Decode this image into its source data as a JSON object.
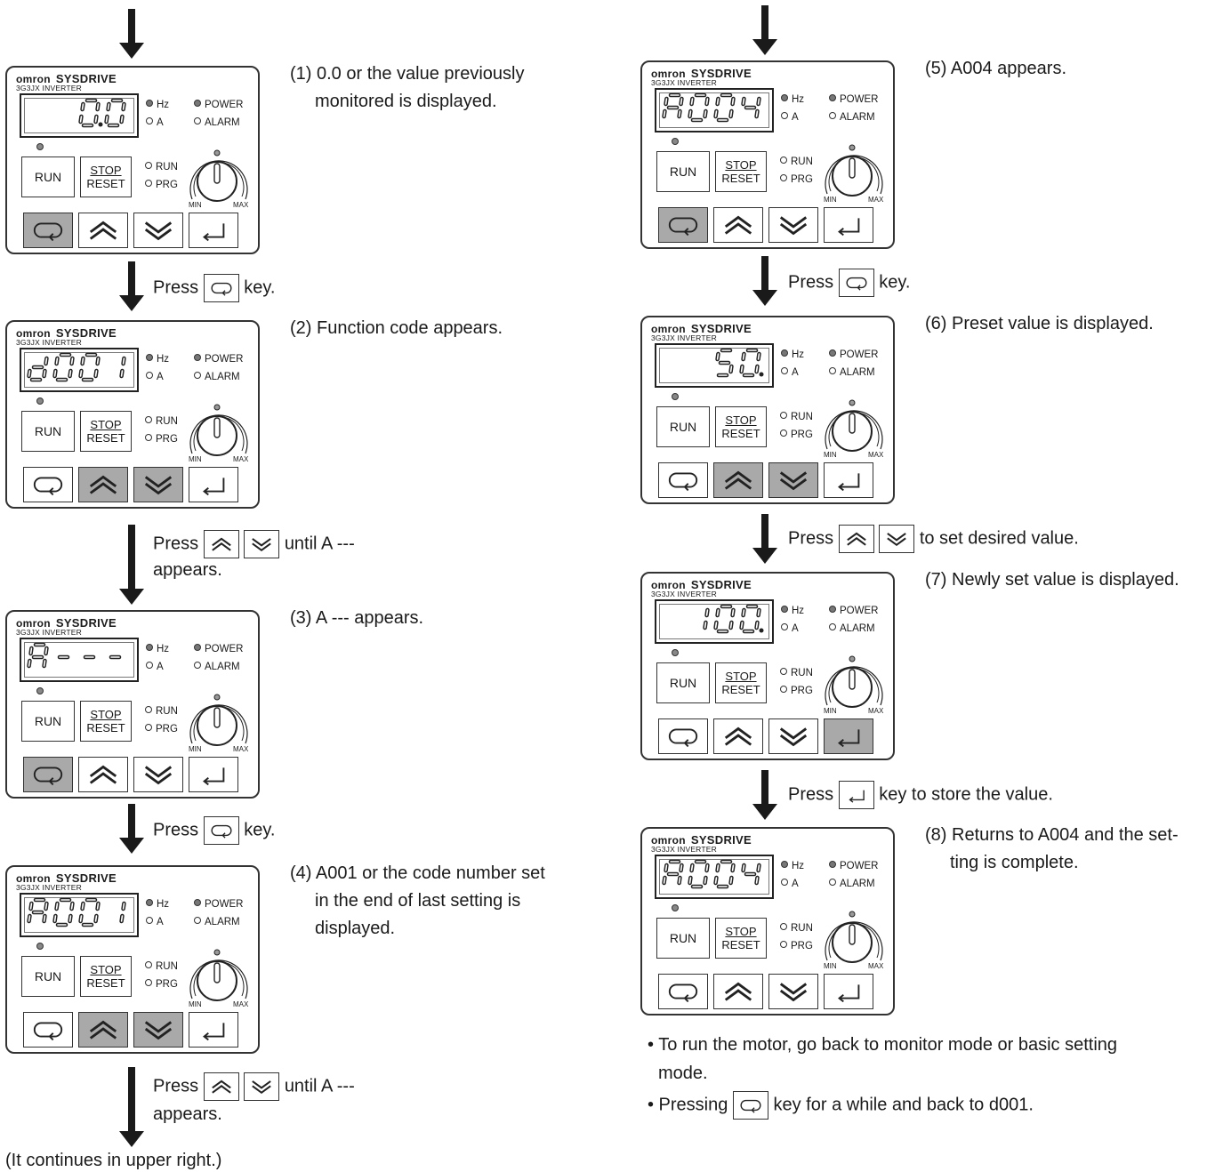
{
  "panel_labels": {
    "brand_omron": "omron",
    "brand_sysdrive": "SYSDRIVE",
    "model": "3G3JX  INVERTER",
    "hz": "Hz",
    "a": "A",
    "power": "POWER",
    "alarm": "ALARM",
    "run_ind": "RUN",
    "prg_ind": "PRG",
    "run_key": "RUN",
    "stop_key": "STOP",
    "reset_key": "RESET",
    "min": "MIN",
    "max": "MAX"
  },
  "panels": [
    {
      "display": "0.0",
      "pressed": [
        "mode"
      ]
    },
    {
      "display": "d001",
      "pressed": [
        "up",
        "down"
      ]
    },
    {
      "display": "A---",
      "pressed": [
        "mode"
      ]
    },
    {
      "display": "A001",
      "pressed": [
        "up",
        "down"
      ]
    },
    {
      "display": "A004",
      "pressed": [
        "mode"
      ]
    },
    {
      "display": "50.",
      "pressed": [
        "up",
        "down"
      ]
    },
    {
      "display": "100.",
      "pressed": [
        "enter"
      ]
    },
    {
      "display": "A004",
      "pressed": []
    }
  ],
  "steps": {
    "s1": {
      "a": "(1) 0.0 or the value previously",
      "b": "monitored is displayed."
    },
    "s2": {
      "a": "(2) Function code appears."
    },
    "s3": {
      "a": "(3) A --- appears."
    },
    "s4": {
      "a": "(4) A001 or the code number set",
      "b": "in the end of last setting is",
      "c": "displayed."
    },
    "s5": {
      "a": "(5) A004 appears."
    },
    "s6": {
      "a": "(6) Preset value is displayed."
    },
    "s7": {
      "a": "(7) Newly set value is displayed."
    },
    "s8": {
      "a": "(8) Returns to A004 and the set-",
      "b": "ting is complete."
    }
  },
  "instructions": {
    "press": "Press",
    "key": "key.",
    "until": "until A ---",
    "appears": "appears.",
    "to_set": "to set desired value.",
    "key_store": "key to store the value."
  },
  "continues": "(It continues in upper right.)",
  "notes": {
    "n1a": "• To run the motor, go back to monitor mode or basic setting",
    "n1b": "mode.",
    "n2a": "• Pressing",
    "n2b": "key for a while and back to d001."
  }
}
